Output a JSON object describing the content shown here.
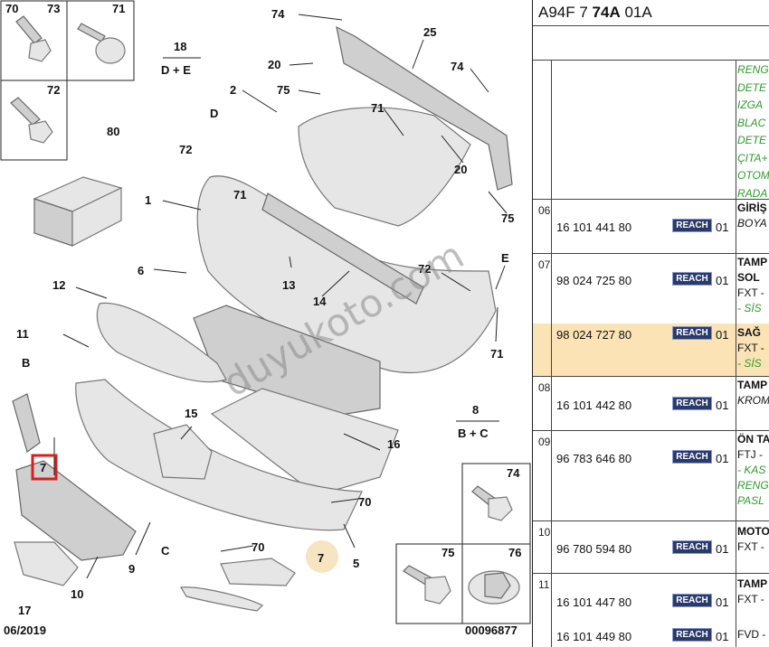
{
  "diagram": {
    "callouts": [
      "70",
      "73",
      "71",
      "72",
      "80",
      "74",
      "25",
      "20",
      "75",
      "18",
      "D + E",
      "2",
      "D",
      "72",
      "71",
      "71",
      "20",
      "74",
      "75",
      "1",
      "6",
      "13",
      "14",
      "12",
      "11",
      "B",
      "E",
      "72",
      "71",
      "15",
      "16",
      "8",
      "B + C",
      "7",
      "70",
      "5",
      "70",
      "7",
      "9",
      "C",
      "10",
      "17",
      "74",
      "75",
      "76"
    ],
    "date": "06/2019",
    "code": "00096877",
    "watermark": "duyukoto.com"
  },
  "table": {
    "ref_prefix": "A94F 7 ",
    "ref_bold": "74A",
    "ref_suffix": " 01A",
    "green_lines": [
      "RENG",
      "DETE",
      "IZGA",
      "BLAC",
      "DETE",
      "ÇITA+",
      "OTOM",
      "RADA"
    ],
    "rows": [
      {
        "num": "06",
        "pn": "16 101 441 80",
        "reach": "REACH",
        "qty": "01",
        "desc": [
          {
            "t": "GİRİŞ",
            "s": "b"
          },
          {
            "t": "BOYA",
            "s": "i"
          }
        ]
      },
      {
        "num": "07",
        "pn": "98 024 725 80",
        "reach": "REACH",
        "qty": "01",
        "desc": [
          {
            "t": "TAMP",
            "s": "b"
          },
          {
            "t": "SOL",
            "s": "b"
          },
          {
            "t": "FXT -",
            "s": ""
          },
          {
            "t": "- SİS",
            "s": "g"
          }
        ]
      },
      {
        "num": "",
        "pn": "98 024 727 80",
        "reach": "REACH",
        "qty": "01",
        "desc": [
          {
            "t": "SAĞ",
            "s": "b"
          },
          {
            "t": "FXT -",
            "s": ""
          },
          {
            "t": "- SİS",
            "s": "g"
          }
        ]
      },
      {
        "num": "08",
        "pn": "16 101 442 80",
        "reach": "REACH",
        "qty": "01",
        "desc": [
          {
            "t": "TAMP",
            "s": "b"
          },
          {
            "t": "KROM",
            "s": "i"
          }
        ]
      },
      {
        "num": "09",
        "pn": "96 783 646 80",
        "reach": "REACH",
        "qty": "01",
        "desc": [
          {
            "t": "ÖN TA",
            "s": "b"
          },
          {
            "t": "FTJ -",
            "s": ""
          },
          {
            "t": "- KAS",
            "s": "g"
          },
          {
            "t": "RENG",
            "s": "g"
          },
          {
            "t": "PASL",
            "s": "g"
          }
        ]
      },
      {
        "num": "10",
        "pn": "96 780 594 80",
        "reach": "REACH",
        "qty": "01",
        "desc": [
          {
            "t": "MOTO",
            "s": "b"
          },
          {
            "t": "FXT -",
            "s": ""
          }
        ]
      },
      {
        "num": "11",
        "pn": "16 101 447 80",
        "reach": "REACH",
        "qty": "01",
        "desc": [
          {
            "t": "TAMP",
            "s": "b"
          },
          {
            "t": "FXT -",
            "s": ""
          }
        ]
      },
      {
        "num": "",
        "pn": "16 101 449 80",
        "reach": "REACH",
        "qty": "01",
        "desc": [
          {
            "t": "FVD -",
            "s": ""
          }
        ]
      }
    ]
  }
}
